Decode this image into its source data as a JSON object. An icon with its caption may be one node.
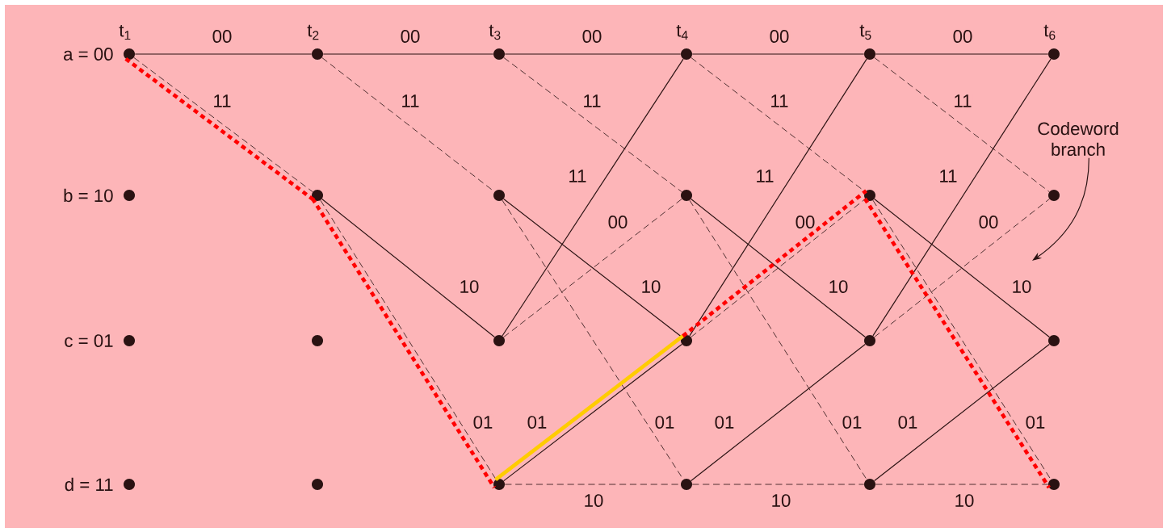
{
  "diagram": {
    "nodes": [
      {
        "text": [],
        "shape": "circle",
        "beside": [
          "a = 00"
        ]
      },
      {
        "text": [],
        "shape": "circle"
      },
      {
        "text": [],
        "shape": "circle"
      },
      {
        "text": [],
        "shape": "circle"
      },
      {
        "text": [],
        "shape": "circle"
      },
      {
        "text": [],
        "shape": "circle"
      },
      {
        "text": [],
        "shape": "circle",
        "beside": [
          "b = 10"
        ]
      },
      {
        "text": [],
        "shape": "circle"
      },
      {
        "text": [],
        "shape": "circle"
      },
      {
        "text": [],
        "shape": "circle"
      },
      {
        "text": [],
        "shape": "circle"
      },
      {
        "text": [],
        "shape": "circle"
      },
      {
        "text": [],
        "shape": "circle",
        "beside": [
          "c = 01"
        ]
      },
      {
        "text": [],
        "shape": "circle"
      },
      {
        "text": [],
        "shape": "circle"
      },
      {
        "text": [],
        "shape": "circle"
      },
      {
        "text": [],
        "shape": "circle"
      },
      {
        "text": [],
        "shape": "circle"
      },
      {
        "text": [],
        "shape": "circle",
        "beside": [
          "d = 11"
        ]
      },
      {
        "text": [],
        "shape": "circle"
      },
      {
        "text": [],
        "shape": "circle"
      },
      {
        "text": [],
        "shape": "circle"
      },
      {
        "text": [],
        "shape": "circle"
      },
      {
        "text": [],
        "shape": "circle"
      },
      {
        "text": [
          "Codeword branch"
        ]
      }
    ],
    "edges": [
      {
        "from": 0,
        "to": 1,
        "arrow": "none",
        "label": "00"
      },
      {
        "from": 0,
        "to": 7,
        "arrow": "none",
        "label": "11",
        "style": "dashed"
      },
      {
        "from": 1,
        "to": 2,
        "arrow": "none",
        "label": "00"
      },
      {
        "from": 1,
        "to": 8,
        "arrow": "none",
        "label": "11",
        "style": "dashed"
      },
      {
        "from": 7,
        "to": 14,
        "arrow": "none",
        "label": "10"
      },
      {
        "from": 7,
        "to": 20,
        "arrow": "none",
        "label": "01",
        "style": "dashed"
      },
      {
        "from": 2,
        "to": 3,
        "arrow": "none",
        "label": "00"
      },
      {
        "from": 2,
        "to": 9,
        "arrow": "none",
        "label": "11",
        "style": "dashed"
      },
      {
        "from": 8,
        "to": 15,
        "arrow": "none",
        "label": "10"
      },
      {
        "from": 8,
        "to": 21,
        "arrow": "none",
        "label": "01",
        "style": "dashed"
      },
      {
        "from": 14,
        "to": 3,
        "arrow": "none",
        "label": "11"
      },
      {
        "from": 14,
        "to": 9,
        "arrow": "none",
        "label": "00",
        "style": "dashed"
      },
      {
        "from": 20,
        "to": 15,
        "arrow": "none",
        "label": "01"
      },
      {
        "from": 20,
        "to": 21,
        "arrow": "none",
        "label": "10",
        "style": "dashed"
      },
      {
        "from": 3,
        "to": 4,
        "arrow": "none",
        "label": "00"
      },
      {
        "from": 3,
        "to": 10,
        "arrow": "none",
        "label": "11",
        "style": "dashed"
      },
      {
        "from": 9,
        "to": 16,
        "arrow": "none",
        "label": "10"
      },
      {
        "from": 9,
        "to": 22,
        "arrow": "none",
        "label": "01",
        "style": "dashed"
      },
      {
        "from": 15,
        "to": 4,
        "arrow": "none",
        "label": "11"
      },
      {
        "from": 15,
        "to": 10,
        "arrow": "none",
        "label": "00",
        "style": "dashed"
      },
      {
        "from": 21,
        "to": 16,
        "arrow": "none",
        "label": "01"
      },
      {
        "from": 21,
        "to": 22,
        "arrow": "none",
        "label": "10",
        "style": "dashed"
      },
      {
        "from": 4,
        "to": 5,
        "arrow": "none",
        "label": "00"
      },
      {
        "from": 4,
        "to": 11,
        "arrow": "none",
        "label": "11",
        "style": "dashed"
      },
      {
        "from": 10,
        "to": 17,
        "arrow": "none",
        "label": "10"
      },
      {
        "from": 10,
        "to": 23,
        "arrow": "none",
        "label": "01",
        "style": "dashed"
      },
      {
        "from": 16,
        "to": 5,
        "arrow": "none",
        "label": "11"
      },
      {
        "from": 16,
        "to": 11,
        "arrow": "none",
        "label": "00",
        "style": "dashed"
      },
      {
        "from": 22,
        "to": 17,
        "arrow": "none",
        "label": "01"
      },
      {
        "from": 22,
        "to": 23,
        "arrow": "none",
        "label": "10",
        "style": "dashed"
      },
      {
        "from": 0,
        "to": 7,
        "arrow": "none",
        "style": "dashed",
        "color": "#ff0000"
      },
      {
        "from": 7,
        "to": 20,
        "arrow": "none",
        "style": "dashed",
        "color": "#ff0000"
      },
      {
        "from": 20,
        "to": 15,
        "arrow": "none",
        "style": "thick",
        "color": "#ffcc00"
      },
      {
        "from": 15,
        "to": 10,
        "arrow": "none",
        "style": "dashed",
        "color": "#ff0000"
      },
      {
        "from": 10,
        "to": 23,
        "arrow": "none",
        "style": "dashed",
        "color": "#ff0000"
      },
      {
        "from": 24,
        "to": null,
        "arrow": "to"
      }
    ],
    "labels": [
      "t$_{1}$",
      "t$_{2}$",
      "t$_{3}$",
      "t$_{4}$",
      "t$_{5}$",
      "t$_{6}$"
    ]
  }
}
